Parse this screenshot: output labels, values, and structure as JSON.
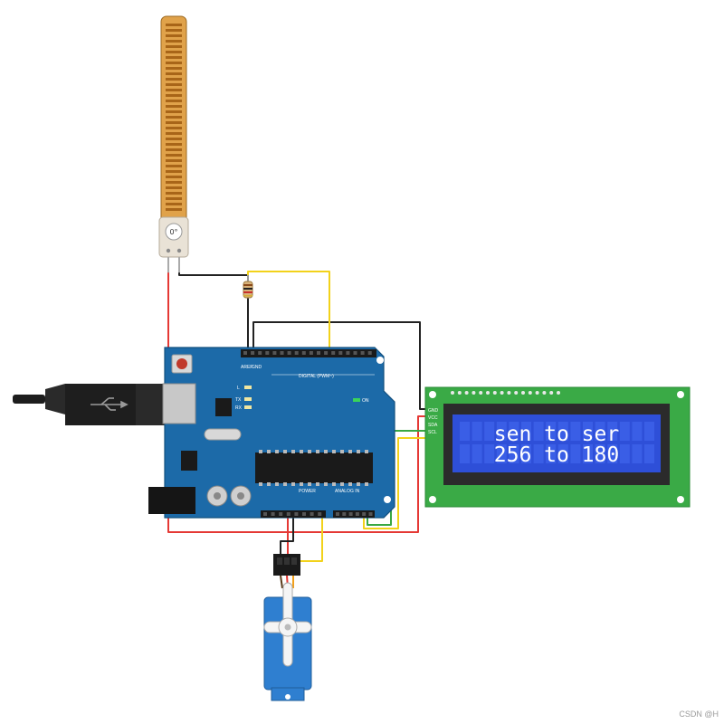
{
  "flex_sensor": {
    "angle_label": "0°"
  },
  "arduino": {
    "header_digital": "DIGITAL (PWM~)",
    "header_power": "POWER",
    "header_analog": "ANALOG IN",
    "on_label": "ON",
    "l_label": "L",
    "tx_label": "TX",
    "rx_label": "RX",
    "aref_label": "AREF",
    "gnd_label": "GND"
  },
  "lcd": {
    "pin_gnd": "GND",
    "pin_vcc": "VCC",
    "pin_sda": "SDA",
    "pin_scl": "SCL",
    "line1": "sen to ser",
    "line2": "256 to 180"
  },
  "wire_colors": {
    "power": "#e53935",
    "ground": "#222222",
    "signal": "#f2d21b",
    "data": "#3aa844"
  },
  "watermark": "CSDN @H"
}
